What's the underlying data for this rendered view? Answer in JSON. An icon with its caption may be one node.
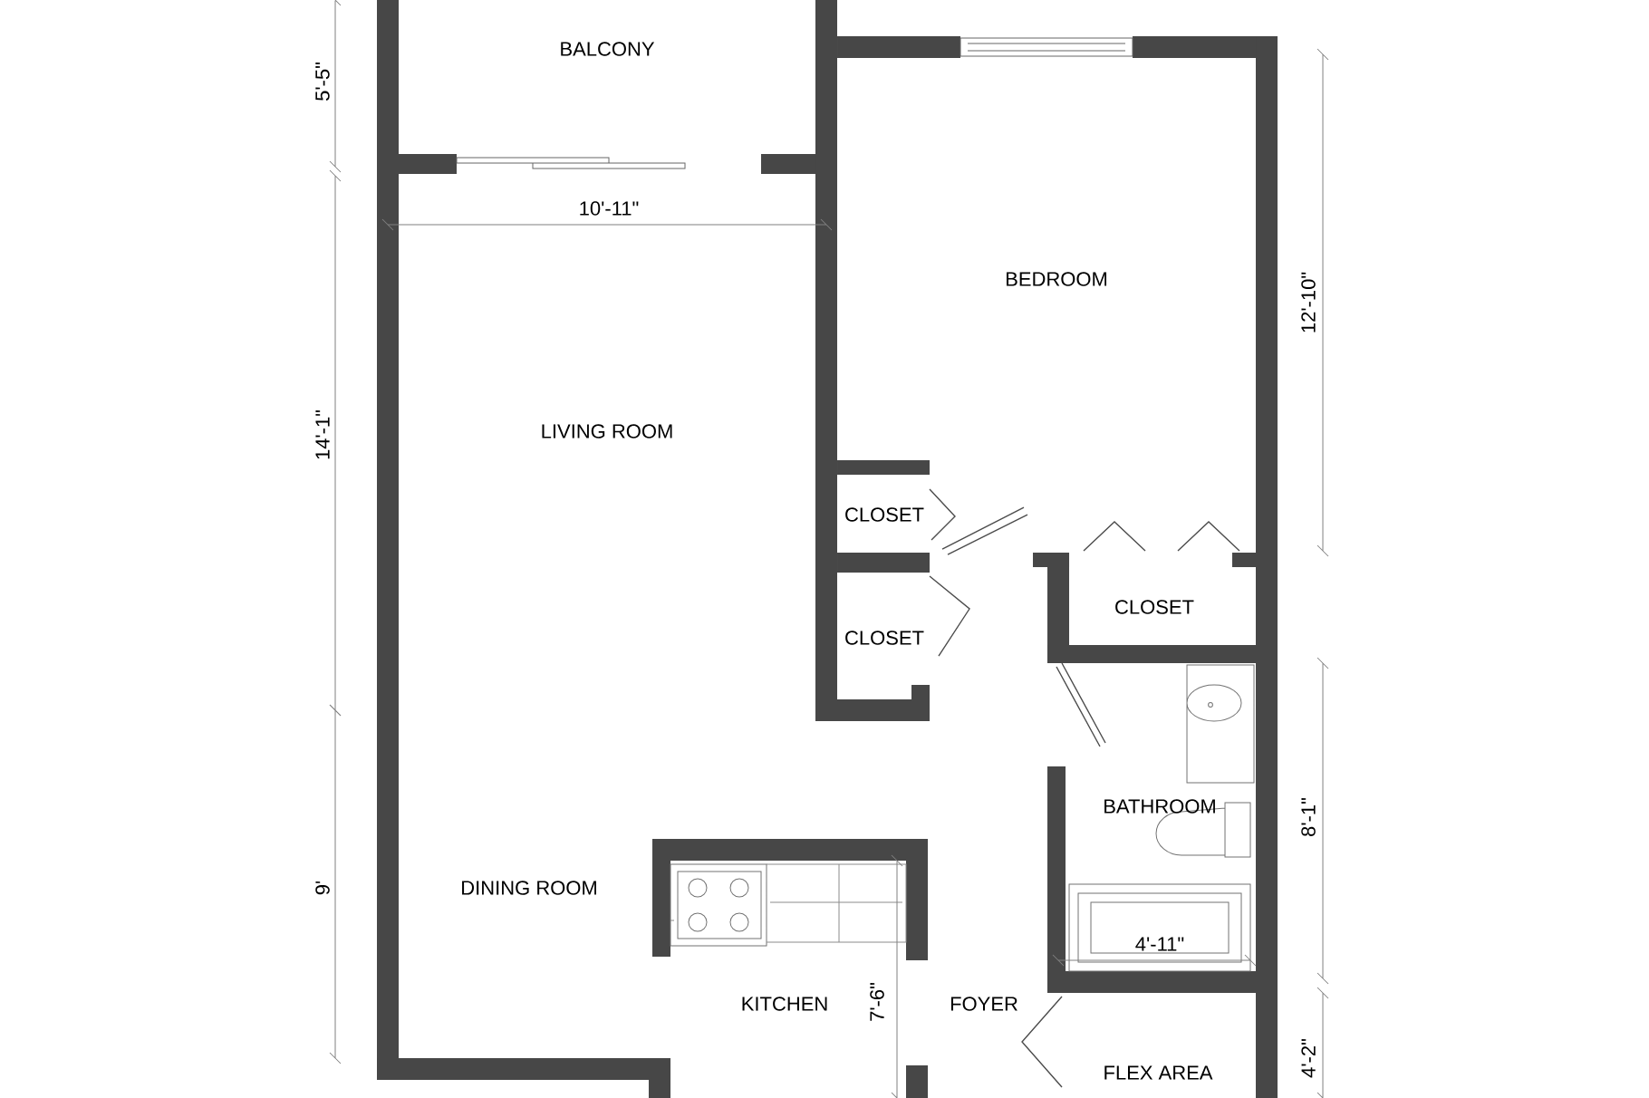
{
  "diagram": {
    "labels": [
      "5'-5\"",
      "BALCONY",
      "10'-11\"",
      "BEDROOM",
      "12'-10\"",
      "LIVING ROOM",
      "14'-1\"",
      "CLOSET",
      "CLOSET",
      "CLOSET",
      "BATHROOM",
      "8'-1\"",
      "DINING ROOM",
      "9'",
      "4'-11\"",
      "KITCHEN",
      "7'-6\"",
      "FOYER",
      "FLEX AREA",
      "4'-2\""
    ]
  }
}
